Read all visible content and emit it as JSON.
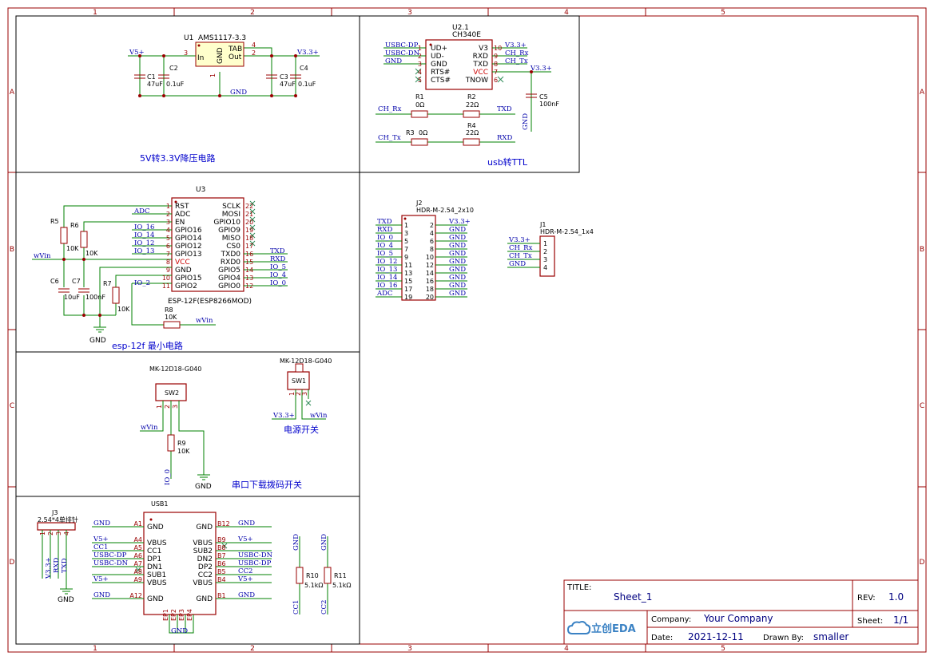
{
  "frame": {
    "cols": [
      "1",
      "2",
      "3",
      "4",
      "5"
    ],
    "rows": [
      "A",
      "B",
      "C",
      "D"
    ]
  },
  "sections": {
    "ldo": "5V转3.3V降压电路",
    "usb_ttl": "usb转TTL",
    "esp_min": "esp-12f 最小电路",
    "power_sw": "电源开关",
    "serial_sw": "串口下载拨码开关"
  },
  "u1": {
    "ref": "U1",
    "part": "AMS1117-3.3",
    "pin_in": "In",
    "pin_gnd": "GND",
    "pin_tab": "TAB",
    "pin_out": "Out",
    "n3": "3",
    "n4": "4",
    "n2": "2",
    "n1": "1"
  },
  "ldo_nets": {
    "v5": "V5+",
    "v33": "V3.3+",
    "gnd": "GND"
  },
  "ldo_caps": {
    "c1": "C1",
    "c1v": "47uF",
    "c2": "C2",
    "c2v": "0.1uF",
    "c3": "C3",
    "c3v": "47uF",
    "c4": "C4",
    "c4v": "0.1uF"
  },
  "u2": {
    "ref": "U2.1",
    "part": "CH340E",
    "left": [
      {
        "n": "1",
        "p": "UD+",
        "net": "USBC-DP"
      },
      {
        "n": "2",
        "p": "UD-",
        "net": "USBC-DN"
      },
      {
        "n": "3",
        "p": "GND",
        "net": "GND"
      },
      {
        "n": "4",
        "p": "RTS#",
        "net": ""
      },
      {
        "n": "5",
        "p": "CTS#",
        "net": ""
      }
    ],
    "right": [
      {
        "n": "10",
        "p": "V3",
        "net": "V3.3+"
      },
      {
        "n": "9",
        "p": "RXD",
        "net": "CH_Rx"
      },
      {
        "n": "8",
        "p": "TXD",
        "net": "CH_Tx"
      },
      {
        "n": "7",
        "p": "VCC",
        "net": ""
      },
      {
        "n": "6",
        "p": "TNOW",
        "net": ""
      }
    ],
    "vcc_net": "V3.3+",
    "c5": "C5",
    "c5v": "100nF",
    "gnd": "GND"
  },
  "usb_res": {
    "r1": "R1",
    "r1v": "0Ω",
    "r2": "R2",
    "r2v": "22Ω",
    "r3": "R3",
    "r3v": "0Ω",
    "r4": "R4",
    "r4v": "22Ω",
    "chrx": "CH_Rx",
    "txd": "TXD",
    "chtx": "CH_Tx",
    "rxd": "RXD"
  },
  "u3": {
    "ref": "U3",
    "part": "ESP-12F(ESP8266MOD)",
    "left": [
      {
        "n": "1",
        "p": "RST",
        "net": ""
      },
      {
        "n": "2",
        "p": "ADC",
        "net": "ADC"
      },
      {
        "n": "3",
        "p": "EN",
        "net": ""
      },
      {
        "n": "4",
        "p": "GPIO16",
        "net": "IO_16"
      },
      {
        "n": "5",
        "p": "GPIO14",
        "net": "IO_14"
      },
      {
        "n": "6",
        "p": "GPIO12",
        "net": "IO_12"
      },
      {
        "n": "7",
        "p": "GPIO13",
        "net": "IO_13"
      },
      {
        "n": "8",
        "p": "VCC",
        "net": ""
      },
      {
        "n": "9",
        "p": "GND",
        "net": ""
      },
      {
        "n": "10",
        "p": "GPIO15",
        "net": ""
      },
      {
        "n": "11",
        "p": "GPIO2",
        "net": "IO_2"
      }
    ],
    "right": [
      {
        "n": "22",
        "p": "SCLK",
        "net": ""
      },
      {
        "n": "21",
        "p": "MOSI",
        "net": ""
      },
      {
        "n": "20",
        "p": "GPIO10",
        "net": ""
      },
      {
        "n": "19",
        "p": "GPIO9",
        "net": ""
      },
      {
        "n": "18",
        "p": "MISO",
        "net": ""
      },
      {
        "n": "17",
        "p": "CS0",
        "net": ""
      },
      {
        "n": "16",
        "p": "TXD0",
        "net": "TXD"
      },
      {
        "n": "15",
        "p": "RXD0",
        "net": "RXD"
      },
      {
        "n": "14",
        "p": "GPIO5",
        "net": "IO_5"
      },
      {
        "n": "13",
        "p": "GPIO4",
        "net": "IO_4"
      },
      {
        "n": "12",
        "p": "GPIO0",
        "net": "IO_0"
      }
    ]
  },
  "esp_parts": {
    "r5": "R5",
    "r5v": "10K",
    "r6": "R6",
    "r6v": "10K",
    "r7": "R7",
    "r7v": "10K",
    "r8": "R8",
    "r8v": "10K",
    "c6": "C6",
    "c6v": "10uF",
    "c7": "C7",
    "c7v": "100nF",
    "wvin": "wVin",
    "gnd": "GND"
  },
  "j2": {
    "ref": "J2",
    "part": "HDR-M-2.54_2x10",
    "rows": [
      {
        "l": "TXD",
        "a": "1",
        "b": "2",
        "r": "V3.3+"
      },
      {
        "l": "RXD",
        "a": "3",
        "b": "4",
        "r": "GND"
      },
      {
        "l": "IO_0",
        "a": "5",
        "b": "6",
        "r": "GND"
      },
      {
        "l": "IO_4",
        "a": "7",
        "b": "8",
        "r": "GND"
      },
      {
        "l": "IO_5",
        "a": "9",
        "b": "10",
        "r": "GND"
      },
      {
        "l": "IO_12",
        "a": "11",
        "b": "12",
        "r": "GND"
      },
      {
        "l": "IO_13",
        "a": "13",
        "b": "14",
        "r": "GND"
      },
      {
        "l": "IO_14",
        "a": "15",
        "b": "16",
        "r": "GND"
      },
      {
        "l": "IO_16",
        "a": "17",
        "b": "18",
        "r": "GND"
      },
      {
        "l": "ADC",
        "a": "19",
        "b": "20",
        "r": "GND"
      }
    ]
  },
  "j1": {
    "ref": "J1",
    "part": "HDR-M-2.54_1x4",
    "rows": [
      {
        "net": "V3.3+",
        "n": "1"
      },
      {
        "net": "CH_Rx",
        "n": "2"
      },
      {
        "net": "CH_Tx",
        "n": "3"
      },
      {
        "net": "GND",
        "n": "4"
      }
    ]
  },
  "sw2": {
    "part": "MK-12D18-G040",
    "ref": "SW2",
    "p1": "1",
    "p2": "2",
    "p3": "3",
    "r9": "R9",
    "r9v": "10K",
    "wvin": "wVin",
    "io0": "IO_0",
    "gnd": "GND"
  },
  "sw1": {
    "part": "MK-12D18-G040",
    "ref": "SW1",
    "p1": "1",
    "p2": "2",
    "p3": "3",
    "v33": "V3.3+",
    "wvin": "wVin"
  },
  "j3": {
    "ref": "J3",
    "part": "2.54*4单排针",
    "pins": [
      "1",
      "2",
      "3",
      "4"
    ],
    "nets": [
      "V3.3+",
      "RXD",
      "TXD"
    ],
    "gnd": "GND"
  },
  "usb1": {
    "ref": "USB1",
    "left": [
      {
        "n": "A1",
        "p": "GND",
        "net": "GND"
      },
      {
        "n": "A4",
        "p": "VBUS",
        "net": "V5+"
      },
      {
        "n": "A5",
        "p": "CC1",
        "net": "CC1"
      },
      {
        "n": "A6",
        "p": "DP1",
        "net": "USBC-DP"
      },
      {
        "n": "A7",
        "p": "DN1",
        "net": "USBC-DN"
      },
      {
        "n": "A8",
        "p": "SUB1",
        "net": ""
      },
      {
        "n": "A9",
        "p": "VBUS",
        "net": "V5+"
      },
      {
        "n": "A12",
        "p": "GND",
        "net": "GND"
      }
    ],
    "right": [
      {
        "n": "B12",
        "p": "GND",
        "net": "GND"
      },
      {
        "n": "B9",
        "p": "VBUS",
        "net": "V5+"
      },
      {
        "n": "B8",
        "p": "SUB2",
        "net": ""
      },
      {
        "n": "B7",
        "p": "DN2",
        "net": "USBC-DN"
      },
      {
        "n": "B6",
        "p": "DP2",
        "net": "USBC-DP"
      },
      {
        "n": "B5",
        "p": "CC2",
        "net": "CC2"
      },
      {
        "n": "B4",
        "p": "VBUS",
        "net": "V5+"
      },
      {
        "n": "B1",
        "p": "GND",
        "net": "GND"
      }
    ],
    "ep": [
      "EP1",
      "EP2",
      "EP3",
      "EP4"
    ],
    "gnd": "GND"
  },
  "cc_res": {
    "r10": "R10",
    "r10v": "5.1kΩ",
    "r11": "R11",
    "r11v": "5.1kΩ",
    "gnd": "GND",
    "cc1": "CC1",
    "cc2": "CC2"
  },
  "title_block": {
    "title_label": "TITLE:",
    "title": "Sheet_1",
    "rev_label": "REV:",
    "rev": "1.0",
    "company_label": "Company:",
    "company": "Your Company",
    "sheet_label": "Sheet:",
    "sheet": "1/1",
    "date_label": "Date:",
    "date": "2021-12-11",
    "drawn_label": "Drawn By:",
    "drawn": "smaller",
    "logo": "立创EDA"
  },
  "colors": {
    "frame": "#990000",
    "wire": "#008000",
    "net": "#0000aa",
    "title": "#0000cc"
  }
}
